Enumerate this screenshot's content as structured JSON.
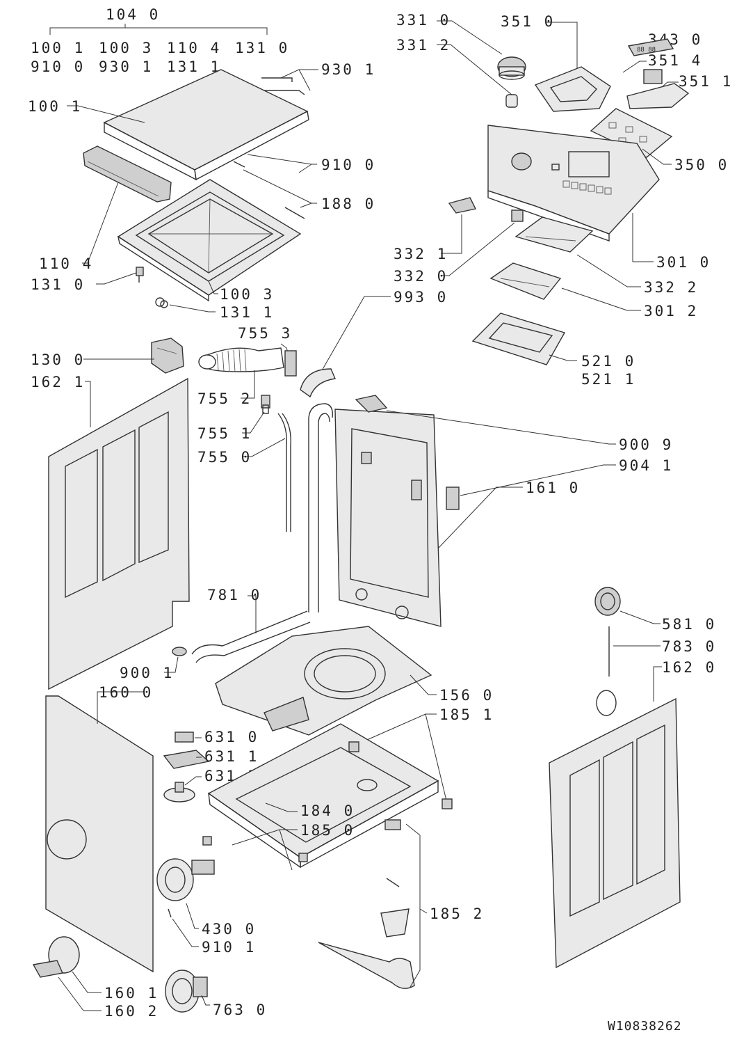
{
  "labels": {
    "l1040": "104 0",
    "l1001a": "100 1",
    "l1003a": "100 3",
    "l1104a": "110 4",
    "l1310a": "131 0",
    "l9100a": "910 0",
    "l9301a": "930 1",
    "l1311a": "131 1",
    "l9301b": "930 1",
    "l1001b": "100 1",
    "l9100b": "910 0",
    "l1880": "188 0",
    "l1104b": "110 4",
    "l1310b": "131 0",
    "l1003b": "100 3",
    "l1311b": "131 1",
    "l7553": "755 3",
    "l1300": "130 0",
    "l1621": "162 1",
    "l7552": "755 2",
    "l7551": "755 1",
    "l7550": "755 0",
    "l3310": "331 0",
    "l3312": "331 2",
    "l3510": "351 0",
    "l3430": "343 0",
    "l3514": "351 4",
    "l3511": "351 1",
    "l3500": "350 0",
    "l3321": "332 1",
    "l3320": "332 0",
    "l3010": "301 0",
    "l3322": "332 2",
    "l9930": "993 0",
    "l3012": "301 2",
    "l5210": "521 0",
    "l5211": "521 1",
    "l9009": "900 9",
    "l9041": "904 1",
    "l1610": "161 0",
    "l7810": "781 0",
    "l5810": "581 0",
    "l7830": "783 0",
    "l9001": "900 1",
    "l1620": "162 0",
    "l1600": "160 0",
    "l1560": "156 0",
    "l1851": "185 1",
    "l6310": "631 0",
    "l6311": "631 1",
    "l6312": "631 2",
    "l1840": "184 0",
    "l1850": "185 0",
    "l1852": "185 2",
    "l4300": "430 0",
    "l9101": "910 1",
    "l1601": "160 1",
    "l1602": "160 2",
    "l7630": "763 0"
  },
  "document_id": "W10838262"
}
